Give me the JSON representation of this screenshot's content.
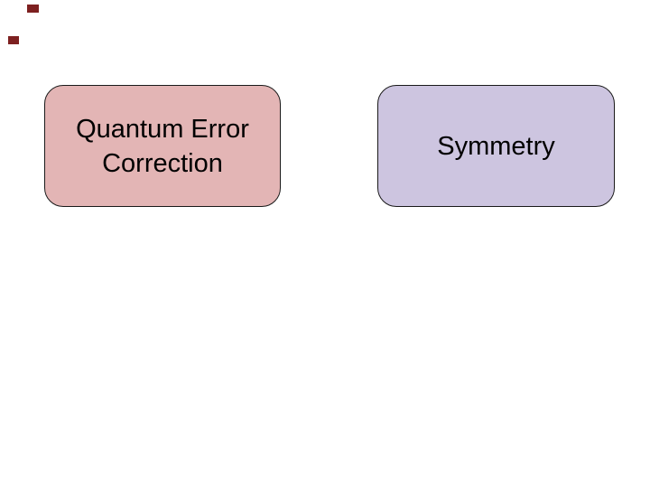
{
  "slide": {
    "background": "#ffffff",
    "shapes": [
      {
        "label": "Quantum Error Correction",
        "fill": "#e3b5b5",
        "border": "#1a1a1a",
        "text_color": "#000000"
      },
      {
        "label": "Symmetry",
        "fill": "#cdc5e0",
        "border": "#1a1a1a",
        "text_color": "#000000"
      }
    ],
    "fragments": [
      {
        "name": "top-left-upper-fragment",
        "color": "#7d2020"
      },
      {
        "name": "top-left-lower-fragment",
        "color": "#7d2020"
      }
    ]
  }
}
